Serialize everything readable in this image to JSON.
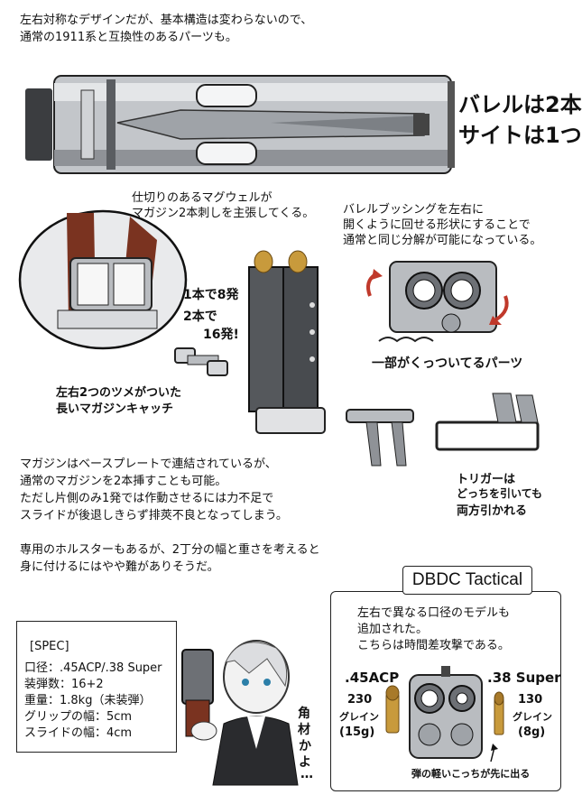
{
  "intro": {
    "line1": "左右対称なデザインだが、基本構造は変わらないので、",
    "line2": "通常の1911系と互換性のあるパーツも。"
  },
  "top_note": {
    "line1": "バレルは2本",
    "line2": "サイトは1つ"
  },
  "magwell_caption": {
    "line1": "仕切りのあるマグウェルが",
    "line2": "マガジン2本刺しを主張してくる。"
  },
  "bushing_caption": {
    "line1": "バレルブッシングを左右に",
    "line2": "開くように回せる形状にすることで",
    "line3": "通常と同じ分解が可能になっている。"
  },
  "mag_count_note": {
    "line1": "1本で8発",
    "line2": "2本で",
    "line3": "16発!"
  },
  "catch_note": {
    "line1": "左右2つのツメがついた",
    "line2": "長いマガジンキャッチ"
  },
  "joined_parts_note": "一部がくっついてるパーツ",
  "trigger_note": {
    "line1": "トリガーは",
    "line2": "どっちを引いても",
    "line3": "両方引かれる"
  },
  "magazine_body": {
    "line1": "マガジンはベースプレートで連結されているが、",
    "line2": "通常のマガジンを2本挿すことも可能。",
    "line3": "ただし片側のみ1発では作動させるには力不足で",
    "line4": "スライドが後退しきらず排莢不良となってしまう。"
  },
  "holster_body": {
    "line1": "専用のホルスターもあるが、2丁分の幅と重さを考えると",
    "line2": "身に付けるにはやや難がありそうだ。"
  },
  "spec": {
    "title": "[SPEC]",
    "caliber": "口径：.45ACP/.38 Super",
    "capacity": "装弾数：16+2",
    "weight": "重量：1.8kg（未装弾）",
    "grip_width": "グリップの幅：5cm",
    "slide_width": "スライドの幅：4cm"
  },
  "character_note": {
    "line1": "角",
    "line2": "材",
    "line3": "か",
    "line4": "よ",
    "line5": "…"
  },
  "tactical": {
    "badge": "DBDC Tactical",
    "line1": "左右で異なる口径のモデルも",
    "line2": "追加された。",
    "line3": "こちらは時間差攻撃である。",
    "left_caliber": ".45ACP",
    "left_grain": "230",
    "left_grain_unit": "グレイン",
    "left_gram": "(15g)",
    "right_caliber": ".38 Super",
    "right_grain": "130",
    "right_grain_unit": "グレイン",
    "right_gram": "(8g)",
    "footnote": "弾の軽いこっちが先に出る"
  },
  "colors": {
    "steel": "#b9bcc0",
    "steel_dark": "#6d7075",
    "wood": "#7a3320",
    "brass": "#c89a3c",
    "ink": "#111111",
    "arrow_red": "#c0392b"
  }
}
